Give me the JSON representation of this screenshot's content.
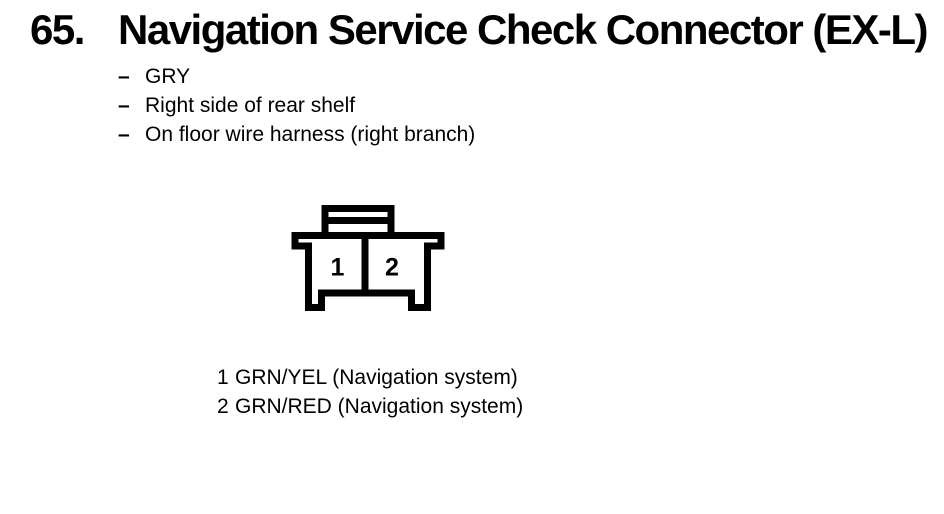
{
  "colors": {
    "ink": "#000000",
    "paper": "#ffffff"
  },
  "heading": {
    "number": "65.",
    "title": "Navigation Service Check Connector (EX-L)"
  },
  "details": {
    "marker": "–",
    "items": [
      "GRY",
      "Right side of rear shelf",
      "On floor wire harness (right branch)"
    ]
  },
  "connector": {
    "cavity_labels": [
      "1",
      "2"
    ]
  },
  "pinout": [
    {
      "pin": "1",
      "wire": "GRN/YEL (Navigation system)"
    },
    {
      "pin": "2",
      "wire": "GRN/RED (Navigation system)"
    }
  ]
}
